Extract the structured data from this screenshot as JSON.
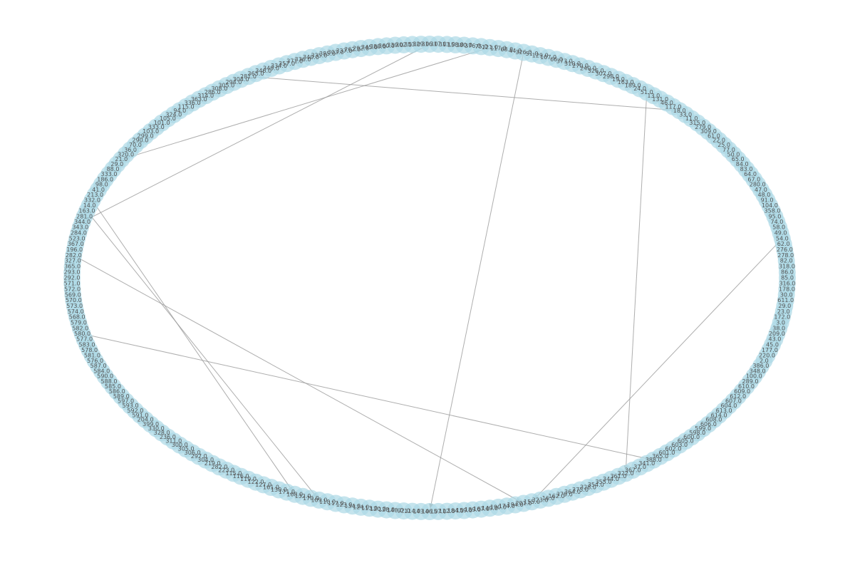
{
  "graph": {
    "node_labels": [
      "316.0",
      "317.0",
      "313.0",
      "158.0",
      "380.0",
      "376.0",
      "75.0",
      "121.0",
      "117.0",
      "68.0",
      "44.0",
      "326.0",
      "51.0",
      "129.0",
      "107.0",
      "66.0",
      "373.0",
      "310.0",
      "270.0",
      "240.0",
      "326.0",
      "307.0",
      "298.0",
      "19.0",
      "163.0",
      "189.0",
      "24.0",
      "51.0",
      "13.0",
      "131.0",
      "46.0",
      "117.0",
      "18.0",
      "33.0",
      "11.0",
      "315.0",
      "279.0",
      "309.0",
      "61.0",
      "22.0",
      "25.0",
      "77.0",
      "50.0",
      "65.0",
      "84.0",
      "83.0",
      "64.0",
      "67.0",
      "280.0",
      "47.0",
      "48.0",
      "91.0",
      "104.0",
      "358.0",
      "95.0",
      "74.0",
      "58.0",
      "49.0",
      "54.0",
      "62.0",
      "276.0",
      "278.0",
      "82.0",
      "318.0",
      "86.0",
      "85.0",
      "316.0",
      "178.0",
      "30.0",
      "611.0",
      "29.0",
      "23.0",
      "172.0",
      "3.0",
      "38.0",
      "209.0",
      "43.0",
      "45.0",
      "177.0",
      "220.0",
      "2.0",
      "386.0",
      "348.0",
      "100.0",
      "289.0",
      "610.0",
      "609.0",
      "612.0",
      "607.0",
      "604.0",
      "613.0",
      "614.0",
      "608.0",
      "606.0",
      "599.0",
      "598.0",
      "600.0",
      "605.0",
      "603.0",
      "602.0",
      "601.0",
      "365.0",
      "388.0",
      "341.0",
      "37.0",
      "367.0",
      "322.0",
      "361.0",
      "344.0",
      "355.0",
      "354.0",
      "328.0",
      "375.0",
      "364.0",
      "379.0",
      "162.0",
      "16.0",
      "323.0",
      "155.0",
      "201.0",
      "194.0",
      "174.0",
      "190.0",
      "149.0",
      "167.0",
      "189.0",
      "159.0",
      "184.0",
      "112.0",
      "157.0",
      "146.0",
      "143.0",
      "114.0",
      "92.0",
      "148.0",
      "128.0",
      "120.0",
      "113.0",
      "124.0",
      "134.0",
      "123.0",
      "117.0",
      "110.0",
      "109.0",
      "170.0",
      "132.0",
      "168.0",
      "171.0",
      "130.0",
      "161.0",
      "127.0",
      "122.0",
      "119.0",
      "116.0",
      "115.0",
      "223.0",
      "282.0",
      "219.0",
      "304.0",
      "297.0",
      "306.0",
      "305.0",
      "300.0",
      "311.0",
      "236.0",
      "328.0",
      "330.0",
      "399.0",
      "204.0",
      "591.0",
      "592.0",
      "593.0",
      "597.0",
      "589.0",
      "586.0",
      "585.0",
      "588.0",
      "590.0",
      "584.0",
      "587.0",
      "576.0",
      "581.0",
      "578.0",
      "583.0",
      "577.0",
      "580.0",
      "582.0",
      "579.0",
      "568.0",
      "574.0",
      "573.0",
      "570.0",
      "569.0",
      "572.0",
      "571.0",
      "292.0",
      "293.0",
      "365.0",
      "327.0",
      "282.0",
      "196.0",
      "367.0",
      "523.0",
      "284.0",
      "343.0",
      "344.0",
      "281.0",
      "163.0",
      "14.0",
      "332.0",
      "213.0",
      "41.0",
      "98.0",
      "186.0",
      "333.0",
      "88.0",
      "29.0",
      "21.0",
      "320.0",
      "36.0",
      "70.0",
      "290.0",
      "299.0",
      "103.0",
      "333.0",
      "101.0",
      "105.0",
      "324.0",
      "94.0",
      "115.0",
      "336.0",
      "363.0",
      "314.0",
      "286.0",
      "308.0",
      "305.0",
      "294.0",
      "304.0",
      "281.0",
      "365.0",
      "346.0",
      "349.0",
      "334.0",
      "357.0",
      "371.0",
      "336.0",
      "340.0",
      "335.0",
      "385.0",
      "303.0",
      "337.0",
      "262.0",
      "292.0",
      "345.0",
      "388.0",
      "360.0",
      "339.0",
      "302.0",
      "353.0",
      "329.0"
    ],
    "edges": [
      [
        0,
        205
      ],
      [
        7,
        217
      ],
      [
        11,
        130
      ],
      [
        27,
        106
      ],
      [
        58,
        118
      ],
      [
        209,
        146
      ],
      [
        207,
        143
      ],
      [
        199,
        119
      ],
      [
        185,
        102
      ],
      [
        238,
        32
      ]
    ]
  }
}
